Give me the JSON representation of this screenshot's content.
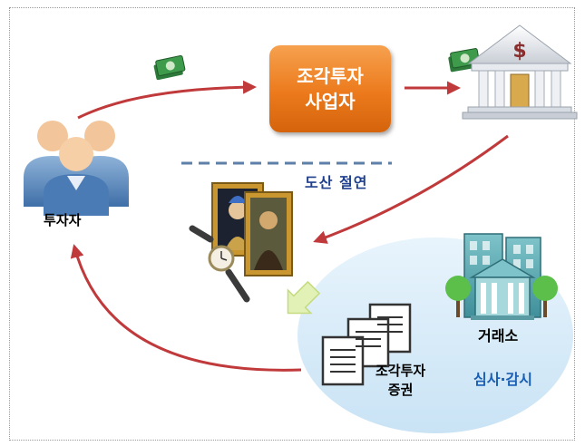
{
  "diagram": {
    "investor_label": "투자자",
    "operator_label_line1": "조각투자",
    "operator_label_line2": "사업자",
    "bankruptcy_label": "도산 절연",
    "exchange_label": "거래소",
    "monitoring_label": "심사·감시",
    "security_label_line1": "조각투자",
    "security_label_line2": "증권",
    "bank_symbol": "$"
  },
  "icons": [
    "investors-icon",
    "cash-icon",
    "bank-icon",
    "artwork-icon",
    "watch-icon",
    "documents-icon",
    "exchange-building-icon",
    "tree-icon"
  ],
  "colors": {
    "arrow": "#c0393b",
    "operator_box": "#ec7a1c",
    "dashed_line": "#5d7fa8",
    "bankruptcy_text": "#1f3f8f",
    "monitoring_text": "#1a5fb4",
    "ellipse": "#d4ebf8"
  }
}
